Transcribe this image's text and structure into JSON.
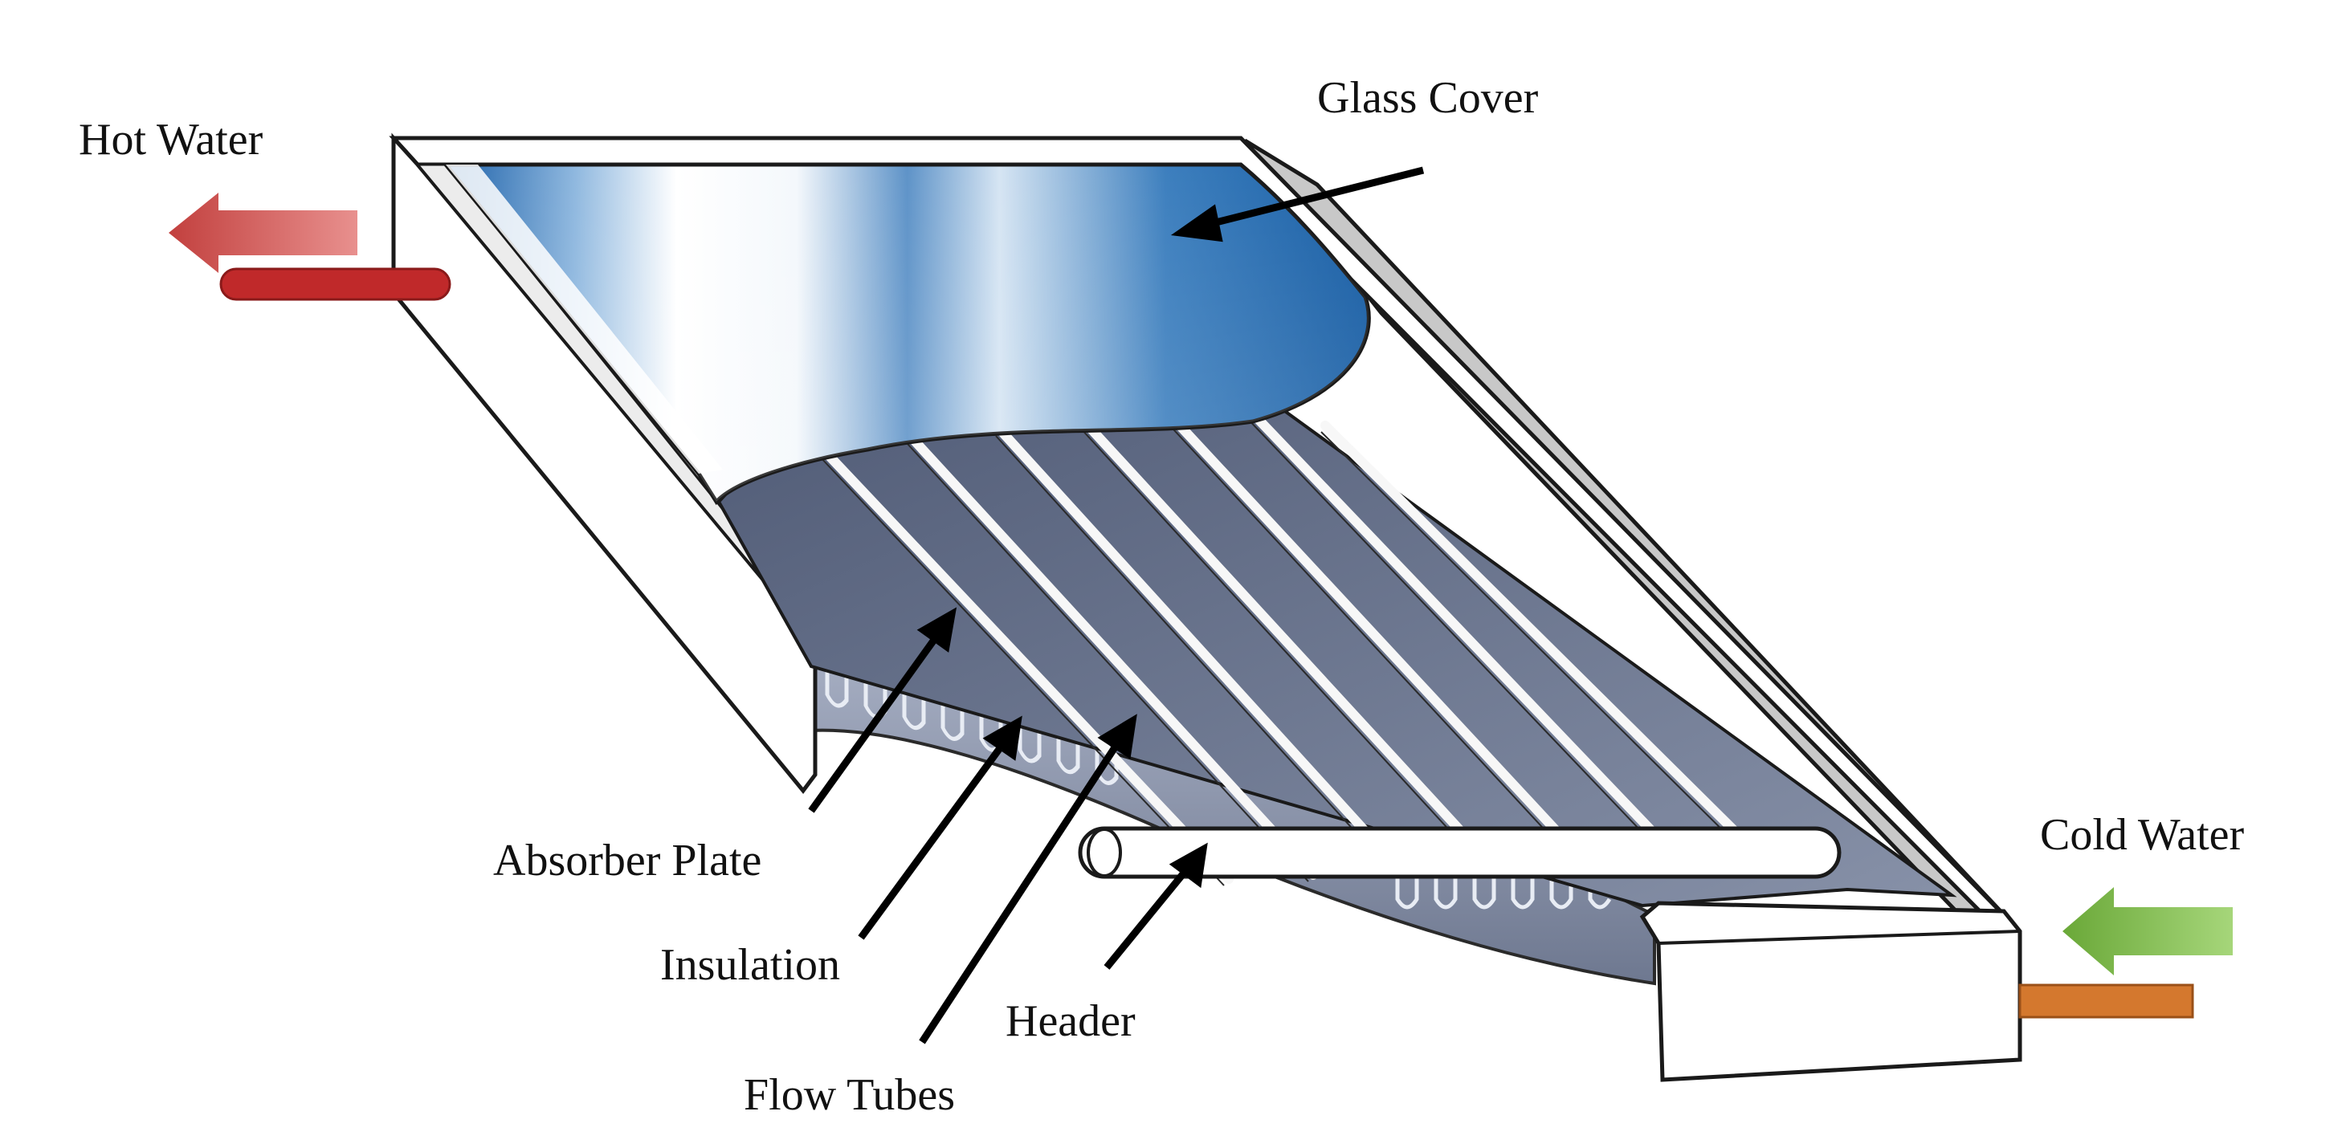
{
  "labels": {
    "hot_water": "Hot Water",
    "cold_water": "Cold Water",
    "glass_cover": "Glass Cover",
    "absorber_plate": "Absorber Plate",
    "insulation": "Insulation",
    "flow_tubes": "Flow Tubes",
    "header": "Header"
  },
  "colors": {
    "hot_arrow": "#c8504e",
    "hot_pipe": "#c0292a",
    "cold_arrow": "#7cb648",
    "cold_pipe": "#d4782e",
    "glass_blue": "#1d6bb0",
    "absorber": "#6e7a93",
    "frame_side": "#c8c8c8"
  },
  "icons": {
    "hot_water_arrow": "left-arrow-icon",
    "cold_water_arrow": "left-arrow-icon"
  }
}
